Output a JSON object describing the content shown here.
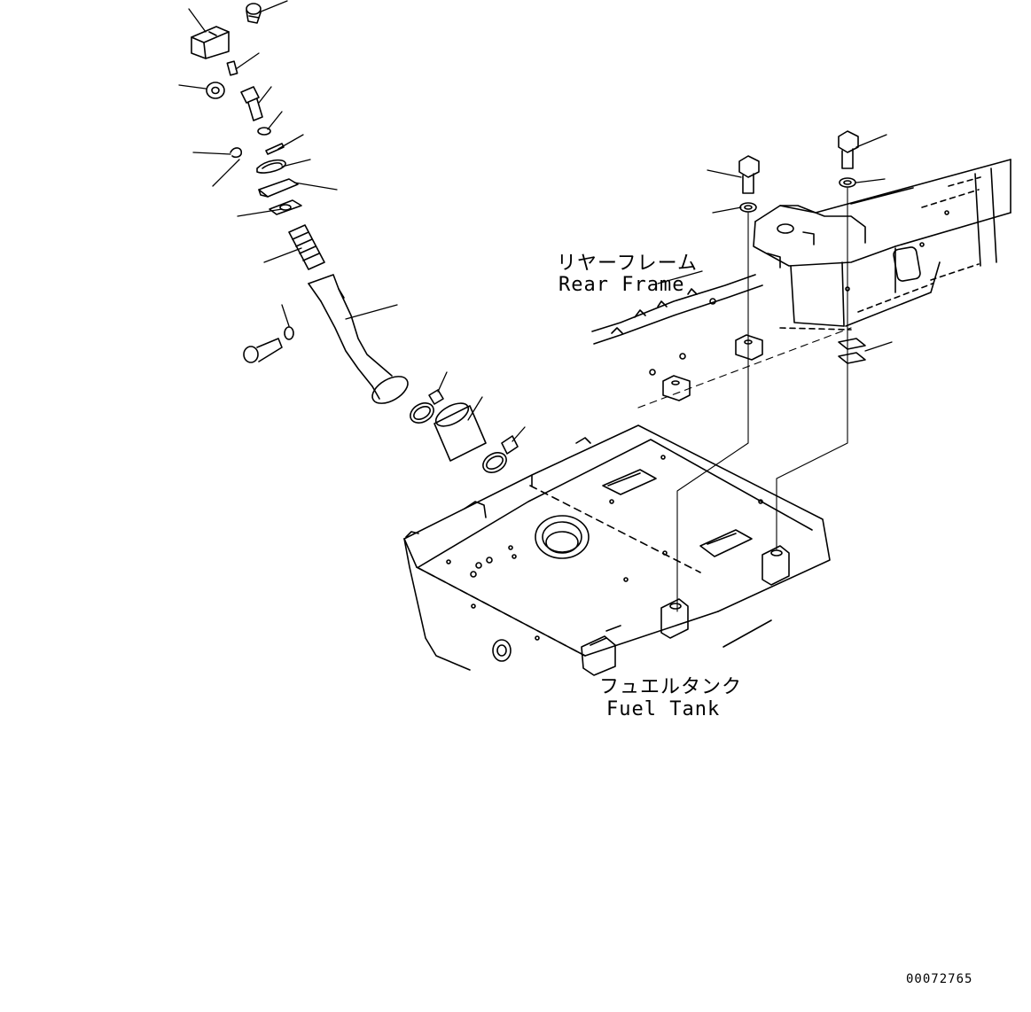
{
  "labels": {
    "rear_frame_jp": "リヤーフレーム",
    "rear_frame_en": "Rear Frame",
    "fuel_tank_jp": "フュエルタンク",
    "fuel_tank_en": "Fuel Tank",
    "drawing_number": "00072765"
  }
}
